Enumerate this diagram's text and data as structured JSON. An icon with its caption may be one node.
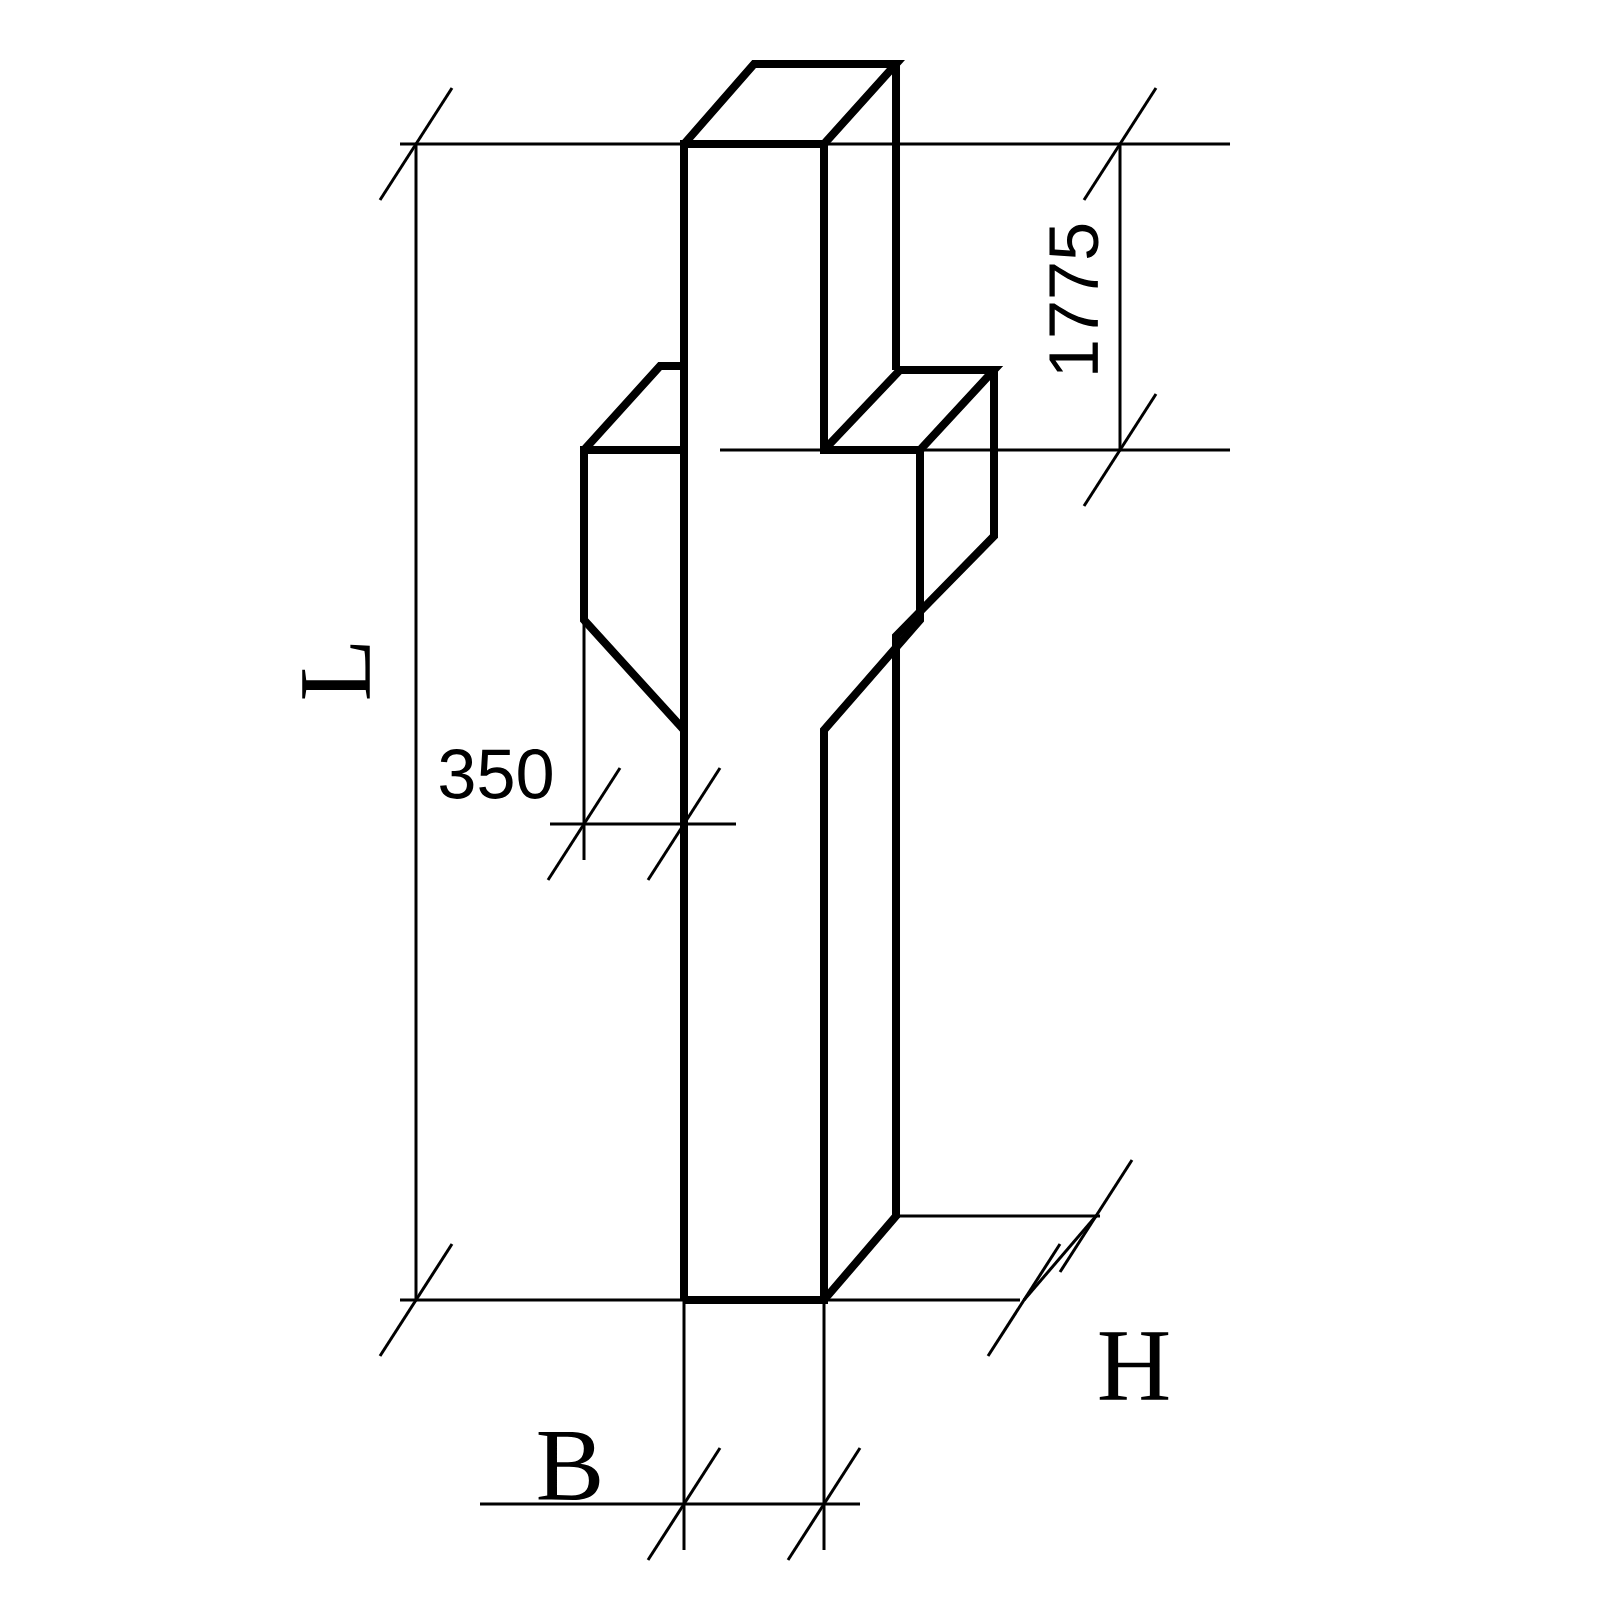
{
  "diagram": {
    "labels": [
      "L",
      "1775",
      "350",
      "B",
      "H"
    ]
  }
}
